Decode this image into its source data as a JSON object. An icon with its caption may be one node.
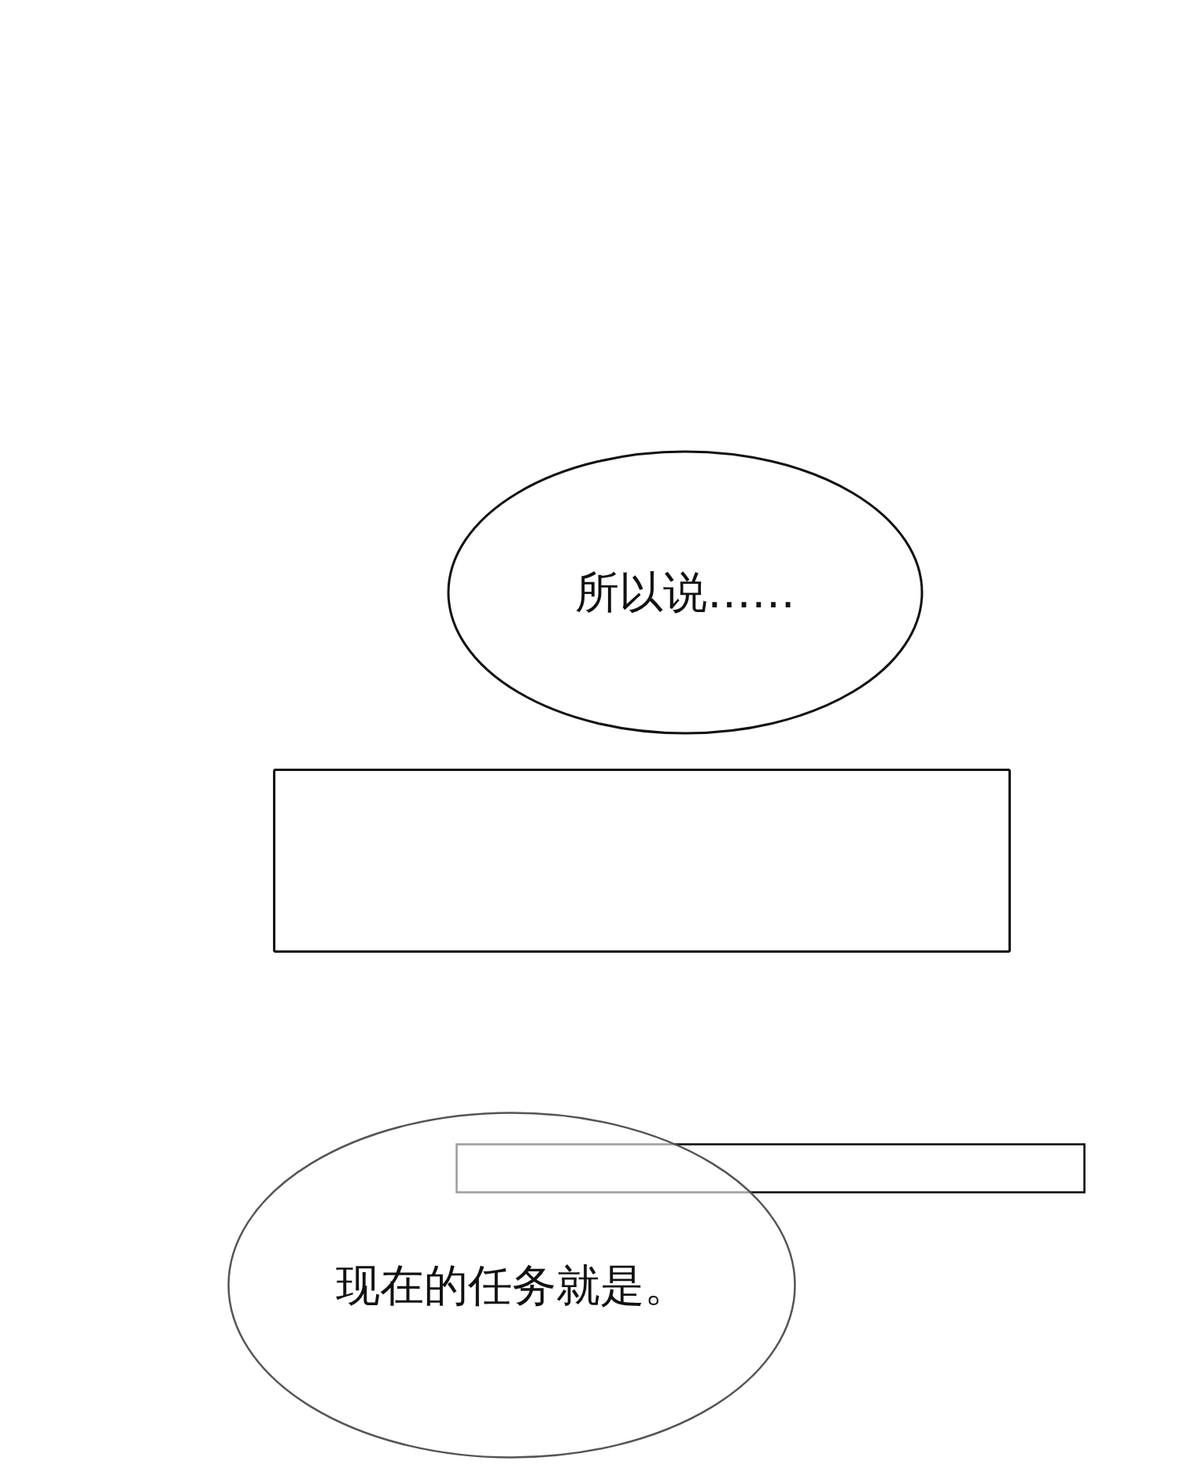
{
  "diagram": {
    "nodes": [
      {
        "text": [
          "所以说……"
        ]
      },
      {
        "text": [],
        "shape": "box"
      },
      {
        "text": [],
        "shape": "bar"
      },
      {
        "text": [
          "现在的任务就是。"
        ]
      }
    ]
  }
}
